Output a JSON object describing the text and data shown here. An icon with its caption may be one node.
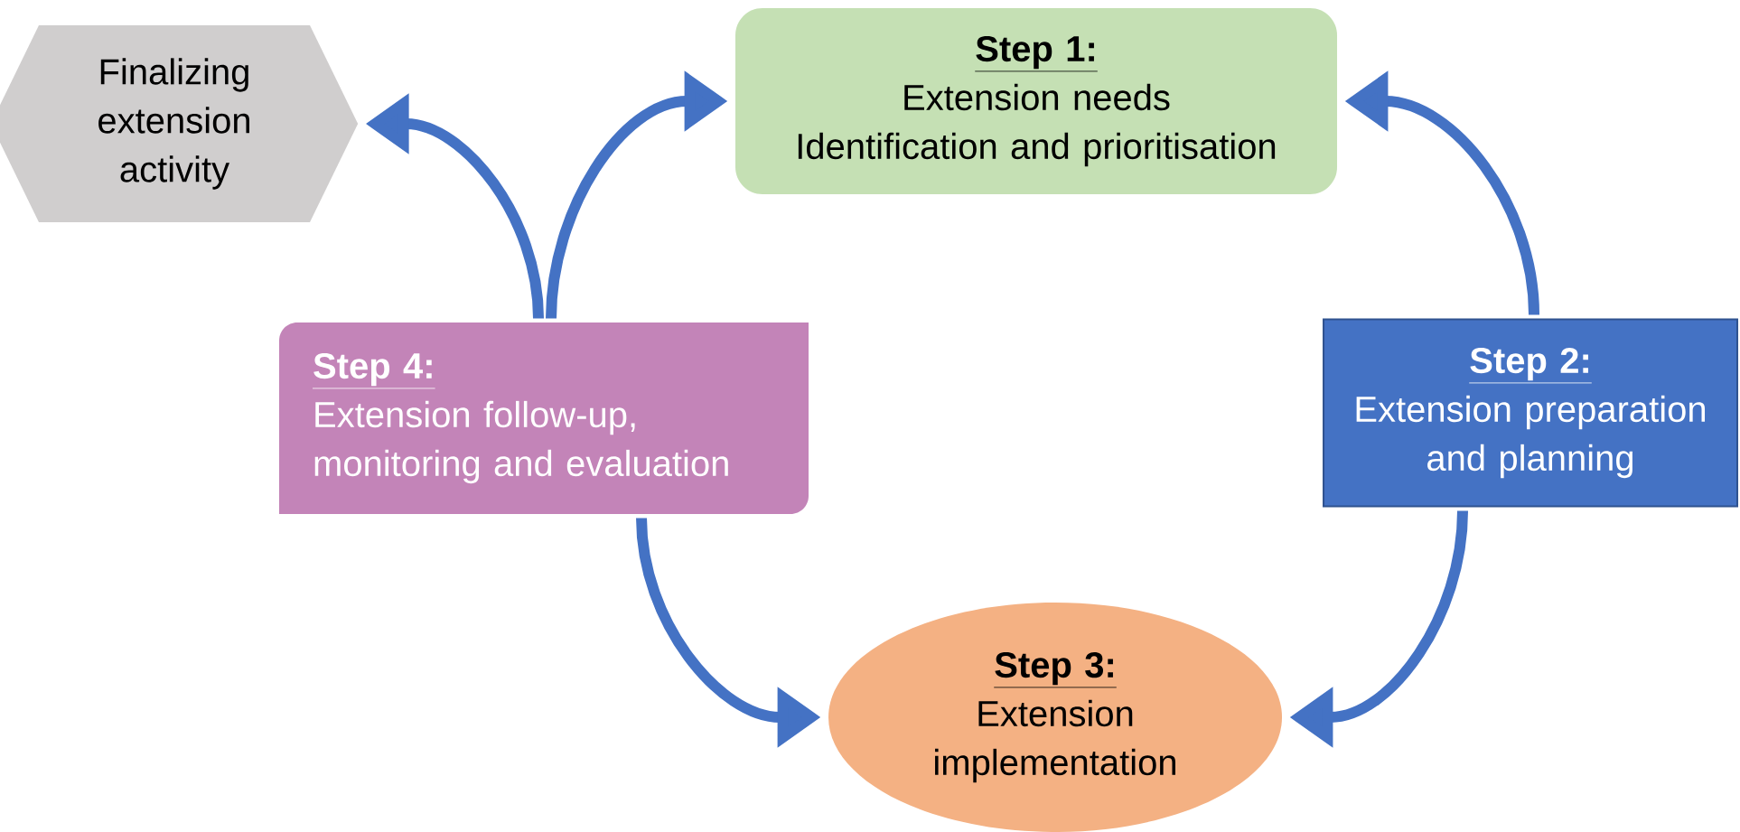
{
  "diagram": {
    "nodes": [
      {
        "text": [
          "Finalizing extension activity"
        ]
      },
      {
        "text": [
          "Step 1:",
          "Extension needs Identification and prioritisation"
        ]
      },
      {
        "text": [
          "Step 2:",
          "Extension preparation and planning"
        ]
      },
      {
        "text": [
          "Step 3:",
          "Extension implementation"
        ]
      },
      {
        "text": [
          "Step 4:",
          "Extension follow-up, monitoring and evaluation"
        ]
      }
    ],
    "edges": [
      {
        "from": 4,
        "to": 0,
        "arrow": "to"
      },
      {
        "from": 4,
        "to": 1,
        "arrow": "to"
      },
      {
        "from": 2,
        "to": 1,
        "arrow": "to"
      },
      {
        "from": 2,
        "to": 3,
        "arrow": "to"
      },
      {
        "from": 4,
        "to": 3,
        "arrow": "to"
      }
    ]
  }
}
